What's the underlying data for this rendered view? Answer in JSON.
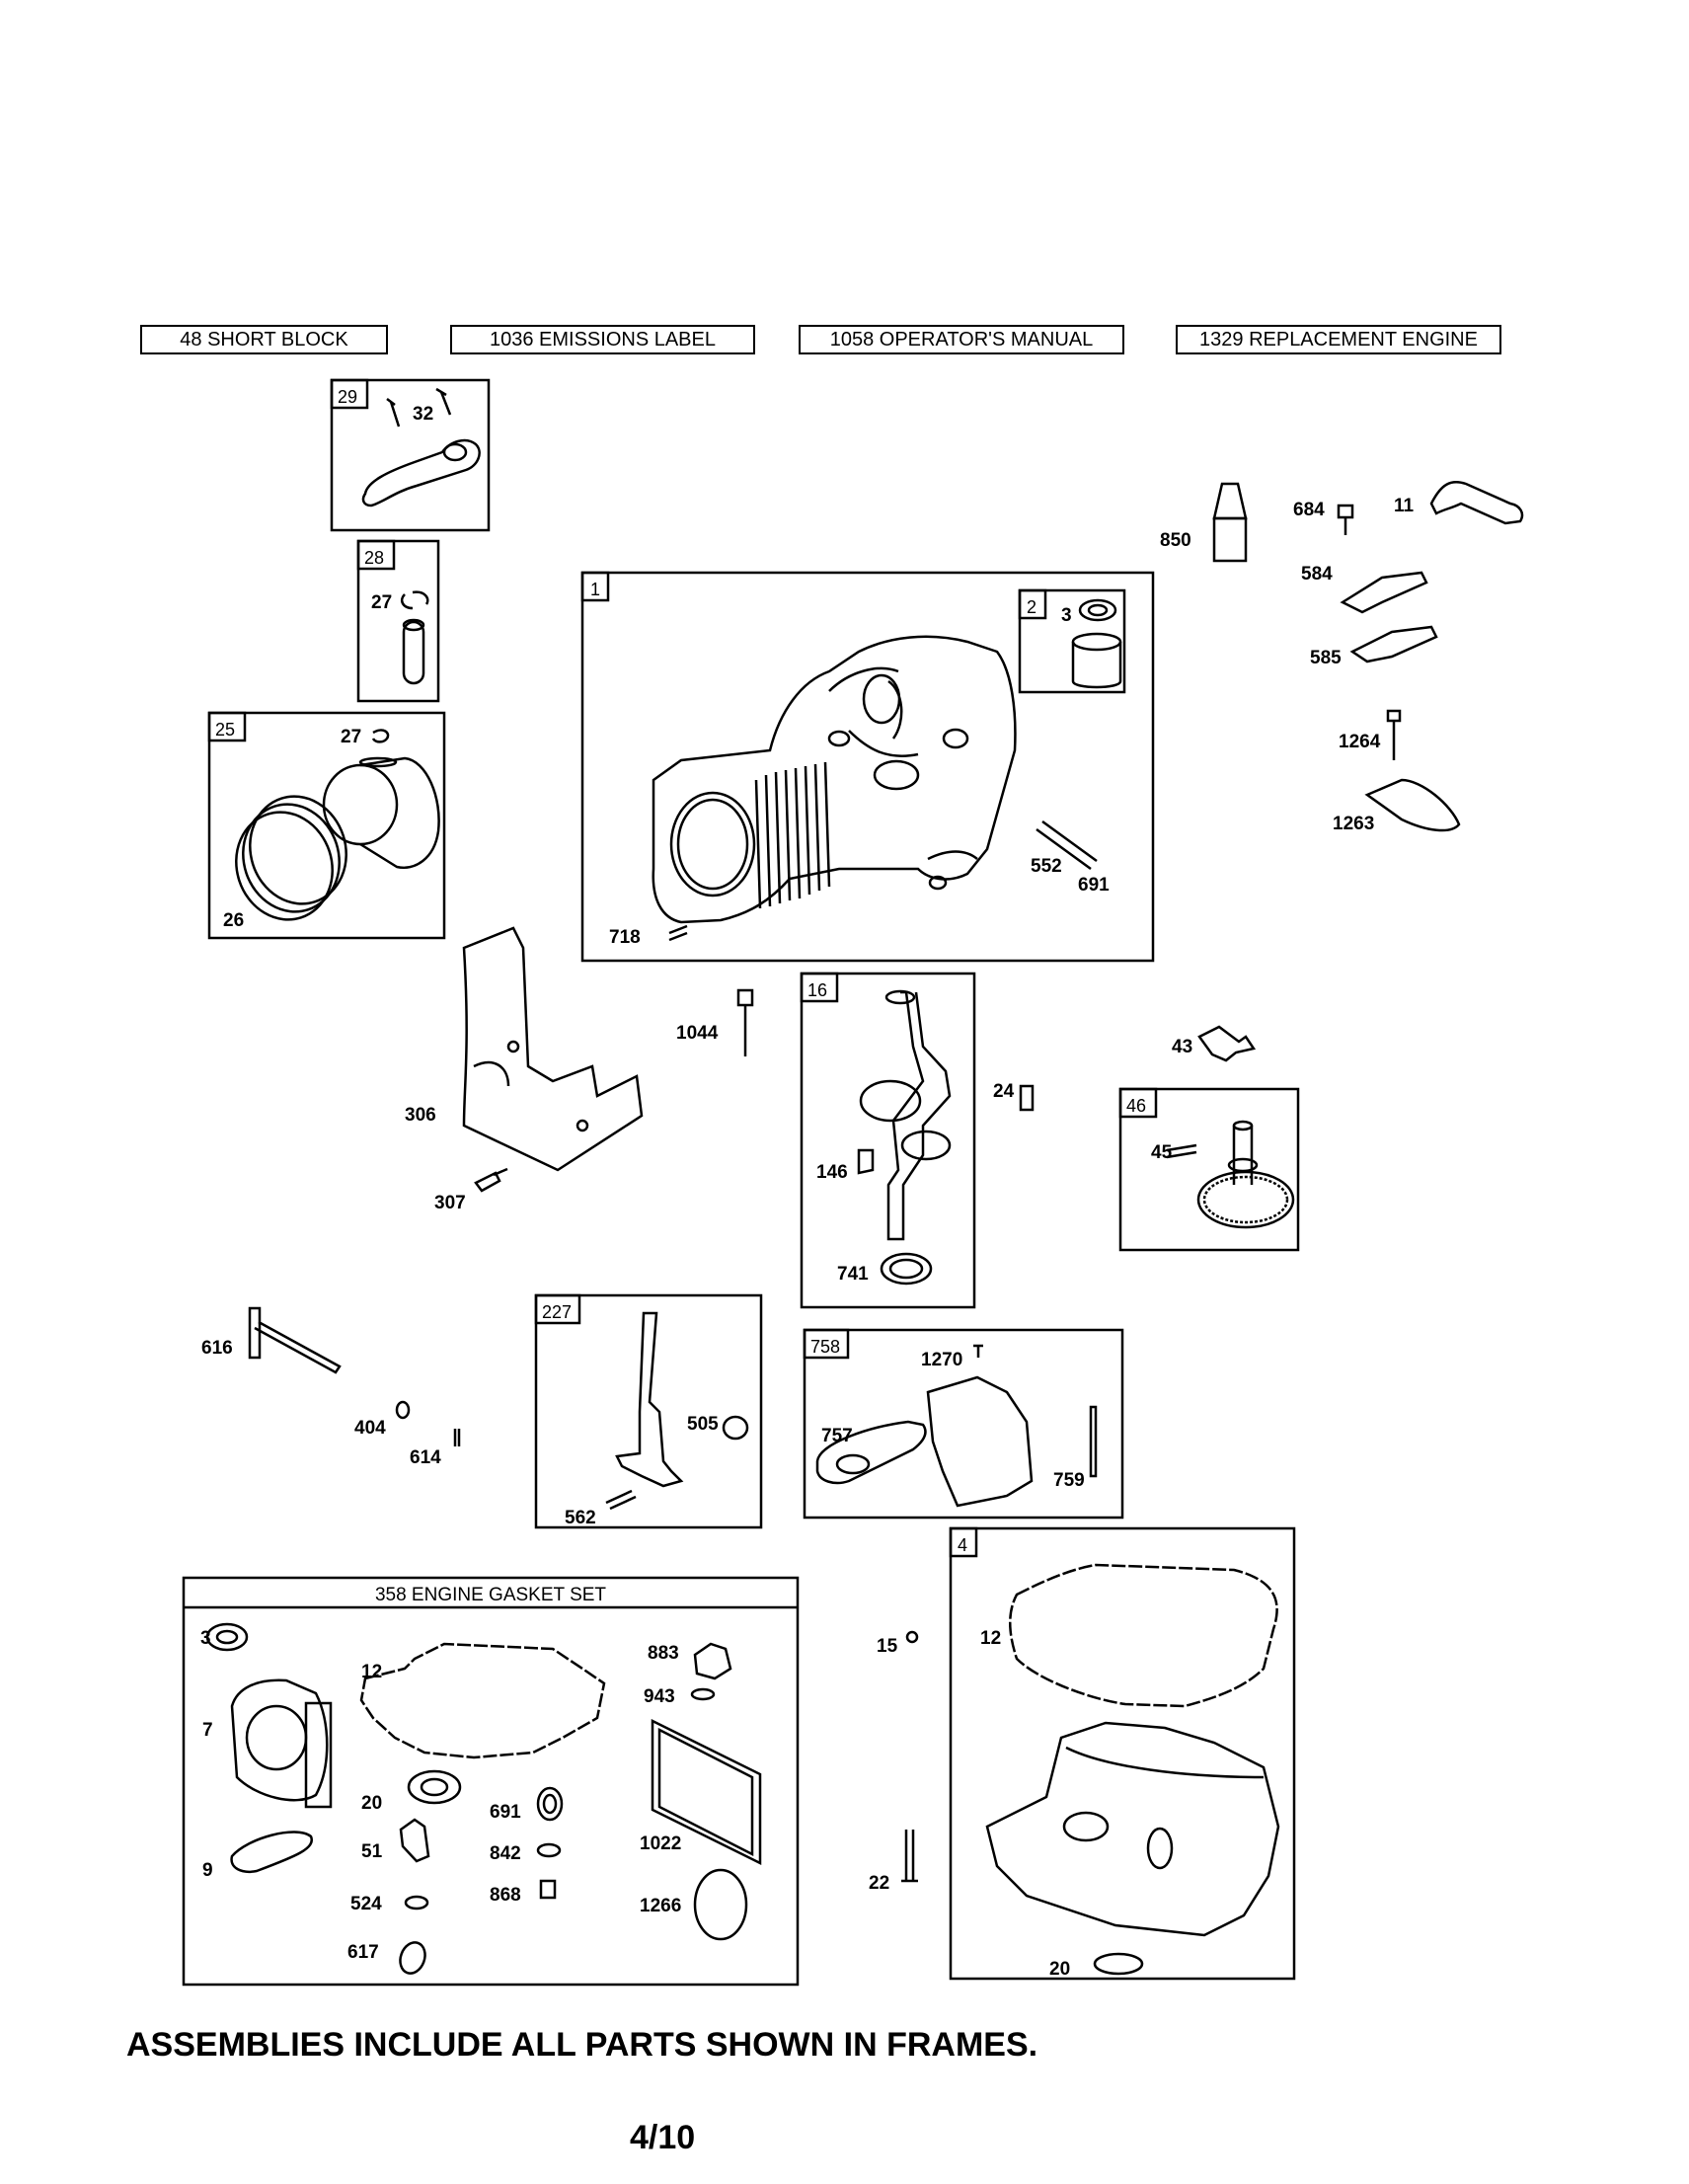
{
  "header_boxes": [
    {
      "label": "48 SHORT BLOCK"
    },
    {
      "label": "1036 EMISSIONS LABEL"
    },
    {
      "label": "1058 OPERATOR'S MANUAL"
    },
    {
      "label": "1329 REPLACEMENT ENGINE"
    }
  ],
  "frames": {
    "f29": "29",
    "f28": "28",
    "f25": "25",
    "f1": "1",
    "f2": "2",
    "f16": "16",
    "f46": "46",
    "f227": "227",
    "f758": "758",
    "f4": "4"
  },
  "gasket_set_title": "358 ENGINE GASKET SET",
  "parts": {
    "p32": "32",
    "p27a": "27",
    "p27b": "27",
    "p26": "26",
    "p3a": "3",
    "p552": "552",
    "p691a": "691",
    "p718": "718",
    "p850": "850",
    "p684": "684",
    "p11": "11",
    "p584": "584",
    "p585": "585",
    "p1264": "1264",
    "p1263": "1263",
    "p1044": "1044",
    "p306": "306",
    "p307": "307",
    "p24": "24",
    "p146": "146",
    "p741": "741",
    "p43": "43",
    "p45": "45",
    "p616": "616",
    "p404": "404",
    "p614": "614",
    "p505": "505",
    "p562": "562",
    "p1270": "1270",
    "p757": "757",
    "p759": "759",
    "p3b": "3",
    "p7": "7",
    "p9": "9",
    "p12a": "12",
    "p20a": "20",
    "p51": "51",
    "p524": "524",
    "p617": "617",
    "p691b": "691",
    "p842": "842",
    "p868": "868",
    "p883": "883",
    "p943": "943",
    "p1022": "1022",
    "p1266": "1266",
    "p15": "15",
    "p12b": "12",
    "p22": "22",
    "p20b": "20"
  },
  "footer": {
    "note": "ASSEMBLIES INCLUDE ALL PARTS SHOWN IN FRAMES.",
    "page": "4/10"
  }
}
